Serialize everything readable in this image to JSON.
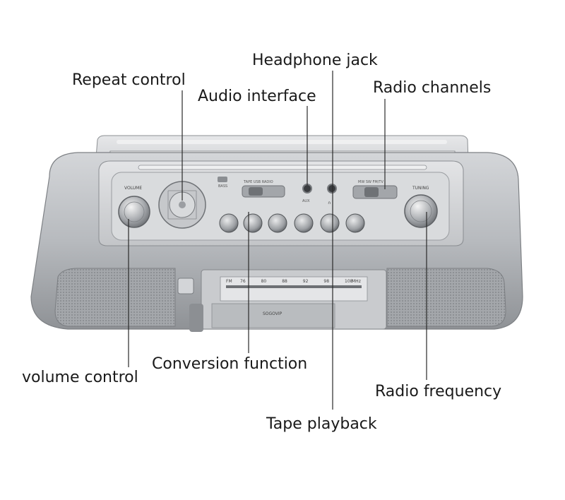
{
  "callouts": {
    "headphone_jack": "Headphone jack",
    "repeat_control": "Repeat control",
    "audio_interface": "Audio interface",
    "radio_channels": "Radio channels",
    "volume_control": "volume control",
    "conversion_function": "Conversion function",
    "radio_frequency": "Radio frequency",
    "tape_playback": "Tape playback"
  },
  "panel_labels": {
    "volume": "VOLUME",
    "tuning": "TUNING",
    "bass": "BASS",
    "source": "TAPE  USB  RADIO",
    "aux": "AUX",
    "bands": "MW  SW  FM/TV",
    "dial_fm": "FM",
    "dial_mhz": "MHz",
    "cassette_brand": "SOGOVIP"
  },
  "dial_scale": [
    "76",
    "80",
    "88",
    "92",
    "98",
    "108"
  ],
  "colors": {
    "body_silver": "#b9bcc0",
    "panel_silver": "#cfd1d4",
    "speaker_grille": "#9fa2a6",
    "leader_line": "#2a2a2a"
  }
}
